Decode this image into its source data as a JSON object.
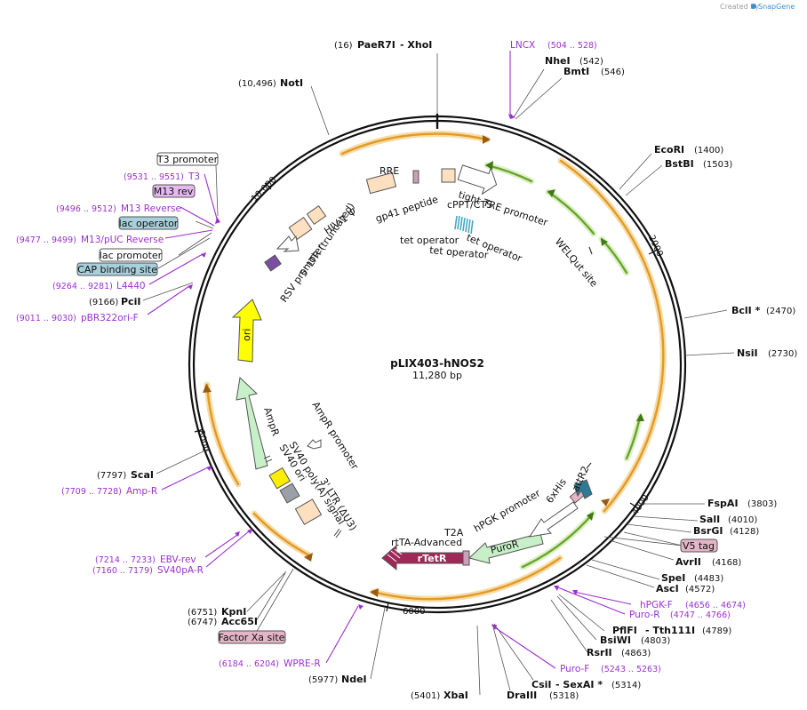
{
  "credit": {
    "text": "Created by",
    "brand": "SnapGene"
  },
  "plasmid": {
    "name": "pLIX403-hNOS2",
    "size": "11,280 bp"
  },
  "ticks": [
    "2000",
    "4000",
    "6000",
    "8000",
    "10,000"
  ],
  "colors": {
    "backbone": "#111111",
    "orange": "#f0a431",
    "green": "#8bc34a",
    "primer": "#9b30d0"
  },
  "sites": [
    {
      "pos": "(16)",
      "name": "PaeR7I",
      "alt": "XhoI"
    },
    {
      "pos": "(542)",
      "name": "NheI"
    },
    {
      "pos": "(546)",
      "name": "BmtI"
    },
    {
      "pos": "(10,496)",
      "name": "NotI"
    },
    {
      "pos": "(1400)",
      "name": "EcoRI"
    },
    {
      "pos": "(1503)",
      "name": "BstBI"
    },
    {
      "pos": "(2470)",
      "name": "BclI *"
    },
    {
      "pos": "(2730)",
      "name": "NsiI"
    },
    {
      "pos": "(3803)",
      "name": "FspAI"
    },
    {
      "pos": "(4010)",
      "name": "SalI"
    },
    {
      "pos": "(4128)",
      "name": "BsrGI"
    },
    {
      "pos": "(4168)",
      "name": "AvrII"
    },
    {
      "pos": "(4483)",
      "name": "SpeI"
    },
    {
      "pos": "(4572)",
      "name": "AscI"
    },
    {
      "pos": "(4789)",
      "name": "PflFI",
      "alt": "Tth111I"
    },
    {
      "pos": "(4803)",
      "name": "BsiWI"
    },
    {
      "pos": "(4863)",
      "name": "RsrII"
    },
    {
      "pos": "(5314)",
      "name": "CsiI",
      "alt": "SexAI *"
    },
    {
      "pos": "(5318)",
      "name": "DraIII"
    },
    {
      "pos": "(5401)",
      "name": "XbaI"
    },
    {
      "pos": "(5977)",
      "name": "NdeI"
    },
    {
      "pos": "(6751)",
      "name": "KpnI"
    },
    {
      "pos": "(6747)",
      "name": "Acc65I"
    },
    {
      "pos": "(7797)",
      "name": "ScaI"
    },
    {
      "pos": "(9166)",
      "name": "PciI"
    }
  ],
  "primers": [
    {
      "name": "LNCX",
      "pos": "(504 .. 528)"
    },
    {
      "name": "T3",
      "pos": "(9531 .. 9551)"
    },
    {
      "name": "M13 Reverse",
      "pos": "(9496 .. 9512)"
    },
    {
      "name": "M13/pUC Reverse",
      "pos": "(9477 .. 9499)"
    },
    {
      "name": "L4440",
      "pos": "(9264 .. 9281)"
    },
    {
      "name": "pBR322ori-F",
      "pos": "(9011 .. 9030)"
    },
    {
      "name": "Amp-R",
      "pos": "(7709 .. 7728)"
    },
    {
      "name": "EBV-rev",
      "pos": "(7214 .. 7233)"
    },
    {
      "name": "SV40pA-R",
      "pos": "(7160 .. 7179)"
    },
    {
      "name": "WPRE-R",
      "pos": "(6184 .. 6204)"
    },
    {
      "name": "hPGK-F",
      "pos": "(4656 .. 4674)"
    },
    {
      "name": "Puro-R",
      "pos": "(4747 .. 4766)"
    },
    {
      "name": "Puro-F",
      "pos": "(5243 .. 5263)"
    }
  ],
  "boxes": {
    "t3_promoter": "T3 promoter",
    "m13_rev": "M13 rev",
    "lac_operator": "lac operator",
    "lac_promoter": "lac promoter",
    "cap_binding_site": "CAP binding site",
    "v5_tag": "V5 tag",
    "factor_xa_site": "Factor Xa site"
  },
  "features": {
    "hiv1_psi": "HIV-1 Ψ",
    "rre": "RRE",
    "gp41": "gp41 peptide",
    "ltr5": "5' LTR (truncated)",
    "rsv": "RSV promoter",
    "tre": "tight TRE promoter",
    "cppt": "cPPT/CTS",
    "tetop1": "tet operator",
    "tetop2": "tet operator",
    "tetop3": "tet operator",
    "welqut": "WELQut site",
    "ori": "ori",
    "ampr": "AmpR",
    "ampr_promoter": "AmpR promoter",
    "sv40_polya": "SV40 poly(A) signal",
    "sv40_ori": "SV40 ori",
    "ltr3": "3' LTR (ΔU3)",
    "rtta": "rtTA-Advanced",
    "rtetr": "rTetR",
    "t2a": "T2A",
    "puror": "PuroR",
    "hpgk": "hPGK promoter",
    "his": "6xHis",
    "attr2": "attR2"
  }
}
